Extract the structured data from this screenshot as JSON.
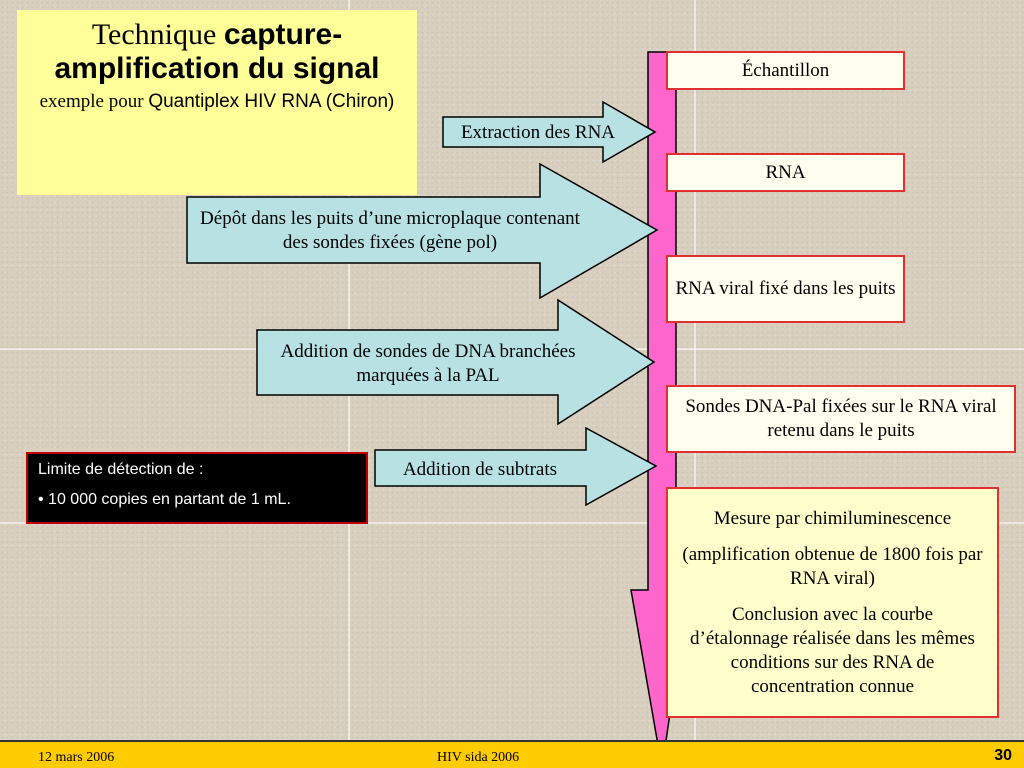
{
  "title": {
    "word1": "Technique",
    "bold_part": "capture-amplification du signal",
    "subtitle_prefix": "exemple pour",
    "subtitle_product": "Quantiplex HIV RNA (Chiron)"
  },
  "arrows": [
    {
      "label": "Extraction des RNA"
    },
    {
      "label": "Dépôt dans les puits d’une microplaque contenant des sondes fixées (gène pol)"
    },
    {
      "label": "Addition de sondes de DNA branchées marquées à la PAL"
    },
    {
      "label": "Addition de subtrats"
    }
  ],
  "steps": [
    {
      "lines": [
        "Échantillon"
      ]
    },
    {
      "lines": [
        "RNA"
      ]
    },
    {
      "lines": [
        "RNA viral fixé dans les puits"
      ]
    },
    {
      "lines": [
        "Sondes DNA-Pal fixées sur le RNA viral retenu dans le puits"
      ]
    },
    {
      "lines": [
        "Mesure par chimiluminescence",
        "(amplification obtenue de 1800 fois par RNA viral)",
        "Conclusion avec la courbe d’étalonnage réalisée dans les mêmes conditions sur des RNA de concentration connue"
      ]
    }
  ],
  "limit": {
    "line1": "Limite de détection de :",
    "line2": "• 10 000 copies en partant de 1 mL."
  },
  "footer": {
    "date": "12 mars 2006",
    "center": "HIV sida 2006",
    "page": "30"
  },
  "colors": {
    "arrow_fill": "#b7e1e3",
    "timeline_fill": "#ff66cc",
    "step_border": "#e03030",
    "title_bg": "#ffff99",
    "footer_bg": "#ffcc00"
  }
}
